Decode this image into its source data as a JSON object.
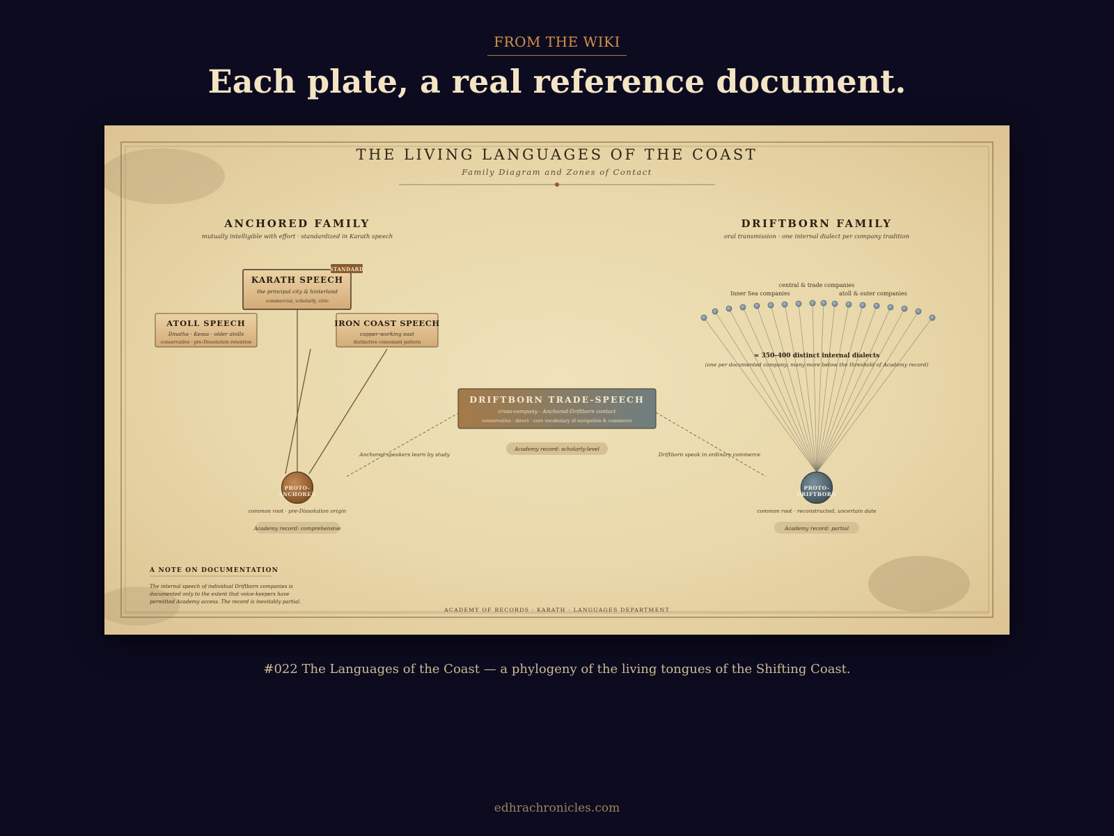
{
  "header": {
    "eyebrow": "FROM THE WIKI",
    "headline": "Each plate, a real reference document."
  },
  "plate": {
    "title": "THE LIVING LANGUAGES OF THE COAST",
    "subtitle": "Family Diagram and Zones of Contact",
    "anchored": {
      "heading": "ANCHORED FAMILY",
      "sub": "mutually intelligible with effort · standardized in Karath speech",
      "karath": {
        "name": "KARATH SPEECH",
        "line1": "the principal city & hinterland",
        "line2": "commercial, scholarly, civic",
        "badge": "STANDARD"
      },
      "atoll": {
        "name": "ATOLL SPEECH",
        "line1": "Ilmatha · Kessa · older atolls",
        "line2": "conservative · pre-Dissolution retention"
      },
      "iron": {
        "name": "IRON COAST SPEECH",
        "line1": "copper-working east",
        "line2": "distinctive consonant pattern"
      },
      "proto_l1": "PROTO-",
      "proto_l2": "ANCHORED",
      "root_note": "common root · pre-Dissolution origin",
      "record": "Academy record: comprehensive"
    },
    "driftborn": {
      "heading": "DRIFTBORN FAMILY",
      "sub": "oral transmission · one internal dialect per company tradition",
      "label_central": "central & trade companies",
      "label_inner": "Inner Sea companies",
      "label_outer": "atoll & outer companies",
      "dialects": "≈ 350–400 distinct internal dialects",
      "dialects_note": "(one per documented company; many more below the threshold of Academy record)",
      "proto_l1": "PROTO-",
      "proto_l2": "DRIFTBORN",
      "root_note": "common root · reconstructed, uncertain date",
      "record": "Academy record: partial"
    },
    "trade": {
      "name": "DRIFTBORN TRADE-SPEECH",
      "line1": "cross-company · Anchored-Driftborn contact",
      "line2": "conservative · direct · core vocabulary of navigation & commerce",
      "record": "Academy record: scholarly-level",
      "left_note": "Anchored speakers learn by study",
      "right_note": "Driftborn speak in ordinary commerce"
    },
    "note": {
      "heading": "A NOTE ON DOCUMENTATION",
      "line1": "The internal speech of individual Driftborn companies is",
      "line2": "documented only to the extent that voice-keepers have",
      "line3": "permitted Academy access. The record is inevitably partial."
    },
    "footer": "ACADEMY OF RECORDS · KARATH · LANGUAGES DEPARTMENT"
  },
  "caption": "#022 The Languages of the Coast — a phylogeny of the living tongues of the Shifting Coast.",
  "site": "edhrachronicles.com",
  "colors": {
    "background": "#0d0b20",
    "accent": "#d4914a",
    "parchment": "#e8d7a9",
    "anchored_brown": "#8a5a2e",
    "driftborn_slate": "#4f6470"
  }
}
